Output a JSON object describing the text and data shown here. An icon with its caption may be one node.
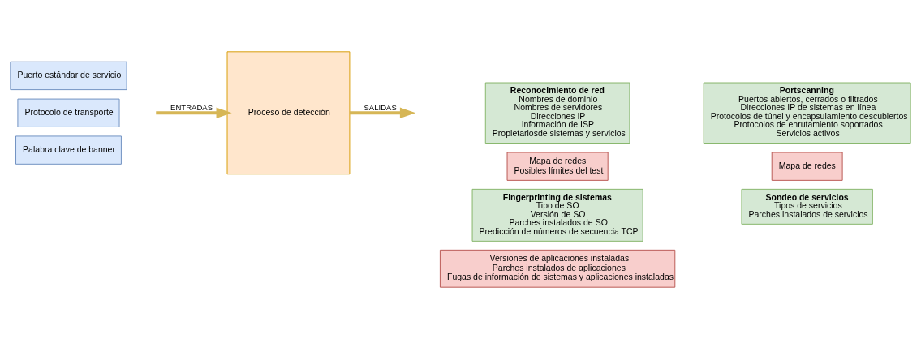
{
  "diagram": {
    "nodes": [
      {
        "text": [
          "Puerto estándar de servicio"
        ]
      },
      {
        "text": [
          "Protocolo de transporte"
        ]
      },
      {
        "text": [
          "Palabra clave de banner"
        ]
      },
      {
        "text": [
          "Proceso de detección"
        ]
      },
      {
        "text": [
          "Reconocimiento de red",
          "Nombres de dominio",
          "Nombres de servidores",
          "Direcciones IP",
          "Información de ISP",
          "Propietariosde sistemas y servicios"
        ]
      },
      {
        "text": [
          "Mapa de redes",
          "Posibles límites del test"
        ]
      },
      {
        "text": [
          "Fingerprinting de sistemas",
          "Tipo de SO",
          "Versión de SO",
          "Parches instalados de SO",
          "Predicción de números de secuencia TCP"
        ]
      },
      {
        "text": [
          "Versiones de aplicaciones instaladas",
          "Parches instalados de aplicaciones",
          "Fugas de información de sistemas y aplicaciones instaladas"
        ]
      },
      {
        "text": [
          "Portscanning",
          "Puertos abiertos, cerrados o filtrados",
          "Direcciones IP de sistemas en línea",
          "Protocolos de túnel y encapsulamiento descubiertos",
          "Protocolos de enrutamiento soportados",
          "Servicios activos"
        ]
      },
      {
        "text": [
          "Mapa de redes"
        ]
      },
      {
        "text": [
          "Sondeo de servicios",
          "Tipos de servicios",
          "Parches instalados de servicios"
        ]
      }
    ],
    "edges": [
      {
        "from": null,
        "to": 3,
        "arrow": "to",
        "label": "ENTRADAS"
      },
      {
        "from": 3,
        "to": null,
        "arrow": "to",
        "label": "SALIDAS"
      }
    ]
  }
}
